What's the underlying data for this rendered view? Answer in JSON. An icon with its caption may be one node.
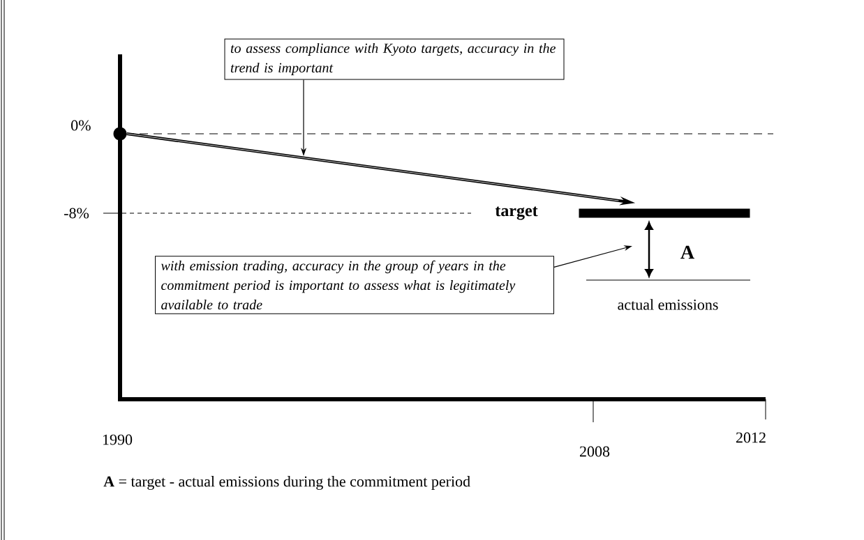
{
  "diagram": {
    "caption": "**A** = target - actual emissions during the commitment period",
    "nodes": [
      {
        "text": [
          "to assess compliance with Kyoto targets, accuracy in the trend is important"
        ]
      },
      {
        "text": [
          "with emission trading, accuracy in the group of years in the commitment period is important to assess what is legitimately available to trade"
        ]
      },
      {
        "text": [],
        "shape": "circle"
      },
      {
        "text": [],
        "shape": "bar"
      }
    ],
    "edges": [
      {
        "from": 2,
        "to": 3,
        "arrow": "to",
        "style": "thick"
      },
      {
        "from": 0,
        "to": null,
        "arrow": "to"
      },
      {
        "from": 1,
        "to": null,
        "arrow": "to"
      }
    ],
    "labels": [
      "0%",
      "-8%",
      "target",
      "A",
      "actual emissions",
      "1990",
      "2008",
      "2012"
    ]
  }
}
